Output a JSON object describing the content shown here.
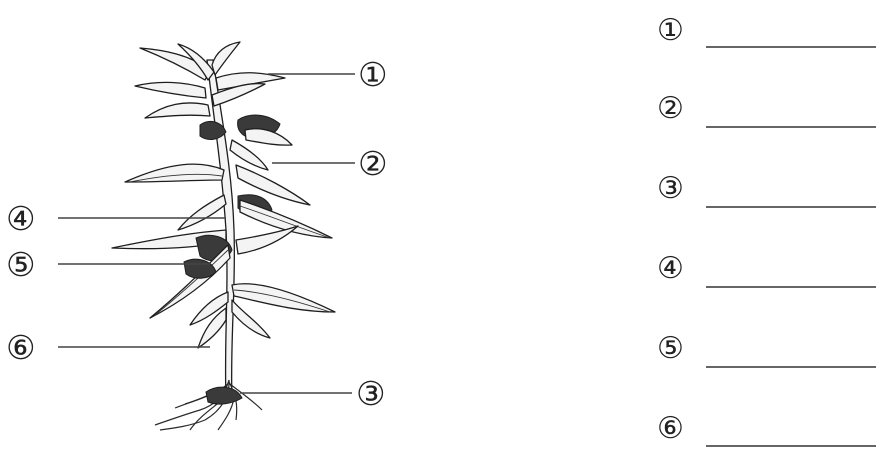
{
  "figure": {
    "callout_labels": [
      "①",
      "②",
      "③",
      "④",
      "⑤",
      "⑥"
    ],
    "answer_rows": [
      {
        "label": "①",
        "answer": ""
      },
      {
        "label": "②",
        "answer": ""
      },
      {
        "label": "③",
        "answer": ""
      },
      {
        "label": "④",
        "answer": ""
      },
      {
        "label": "⑤",
        "answer": ""
      },
      {
        "label": "⑥",
        "answer": ""
      }
    ]
  }
}
